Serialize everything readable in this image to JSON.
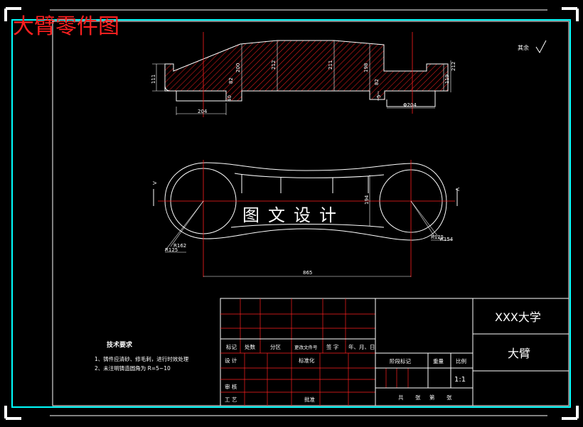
{
  "drawing": {
    "title": "大臂零件图",
    "watermark": "图文设计",
    "surface_finish_label": "其余",
    "colors": {
      "border": "#00ffff",
      "hatch": "#ff2020",
      "centerline": "#ff2020",
      "outline": "#ffffff",
      "dimension": "#ffffff",
      "table_lines": "#ff2020"
    }
  },
  "section_view": {
    "dims": [
      "111",
      "200",
      "212",
      "211",
      "198",
      "212",
      "119",
      "82",
      "40",
      "82",
      "5",
      "204",
      "Φ204"
    ]
  },
  "plan_view": {
    "view_marks": [
      "V",
      "V"
    ],
    "dims": [
      "194",
      "R162",
      "R125",
      "R125",
      "R154",
      "865"
    ]
  },
  "tech_requirements": {
    "heading": "技术要求",
    "items": [
      "1、铸件应清砂、修毛刺，进行时效处理",
      "2、未注明铸造圆角为 R=5~10"
    ]
  },
  "title_block": {
    "school": "XXX大学",
    "part_name": "大臂",
    "revision_headers": [
      "标记",
      "处数",
      "分区",
      "更改文件号",
      "签 字",
      "年、月、日"
    ],
    "roles": [
      "设 计",
      "标准化",
      "审 核",
      "工 艺",
      "批准"
    ],
    "stage_mark": "阶段标记",
    "weight": "重量",
    "scale_label": "比例",
    "scale_value": "1:1",
    "sheet_info": [
      "共",
      "张",
      "第",
      "张"
    ]
  }
}
